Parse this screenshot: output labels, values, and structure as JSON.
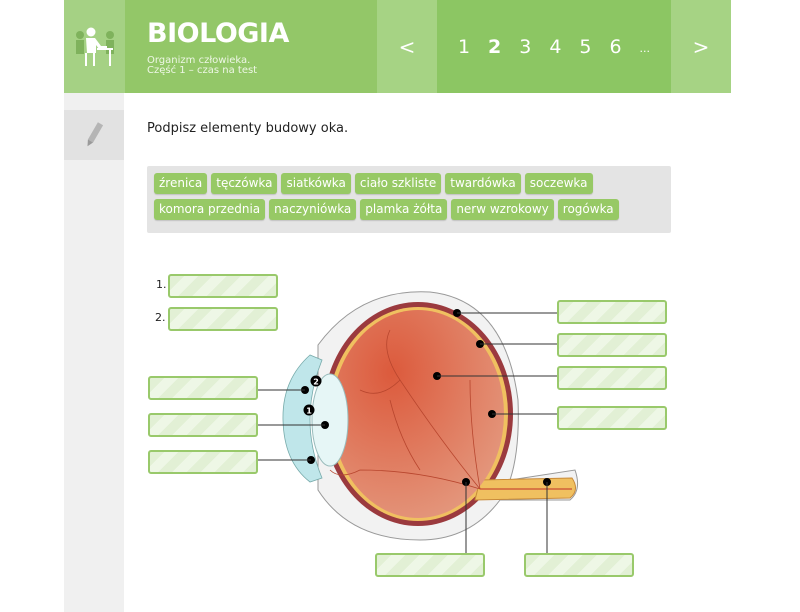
{
  "header": {
    "title": "BIOLOGIA",
    "subtitle_line1": "Organizm człowieka.",
    "subtitle_line2": "Część 1 – czas na test"
  },
  "pager": {
    "prev": "<",
    "next": ">",
    "pages": [
      "1",
      "2",
      "3",
      "4",
      "5",
      "6"
    ],
    "current": "2",
    "ellipsis": "..."
  },
  "question": "Podpisz elementy budowy oka.",
  "word_bank": [
    "źrenica",
    "tęczówka",
    "siatkówka",
    "ciało szkliste",
    "twardówka",
    "soczewka",
    "komora przednia",
    "naczyniówka",
    "plamka żółta",
    "nerw wzrokowy",
    "rogówka"
  ],
  "numbered_labels": [
    "1.",
    "2."
  ],
  "markers": [
    "1",
    "2"
  ],
  "colors": {
    "header_green": "#93c768",
    "chip_green": "#97c965",
    "drop_border": "#99c96b"
  }
}
